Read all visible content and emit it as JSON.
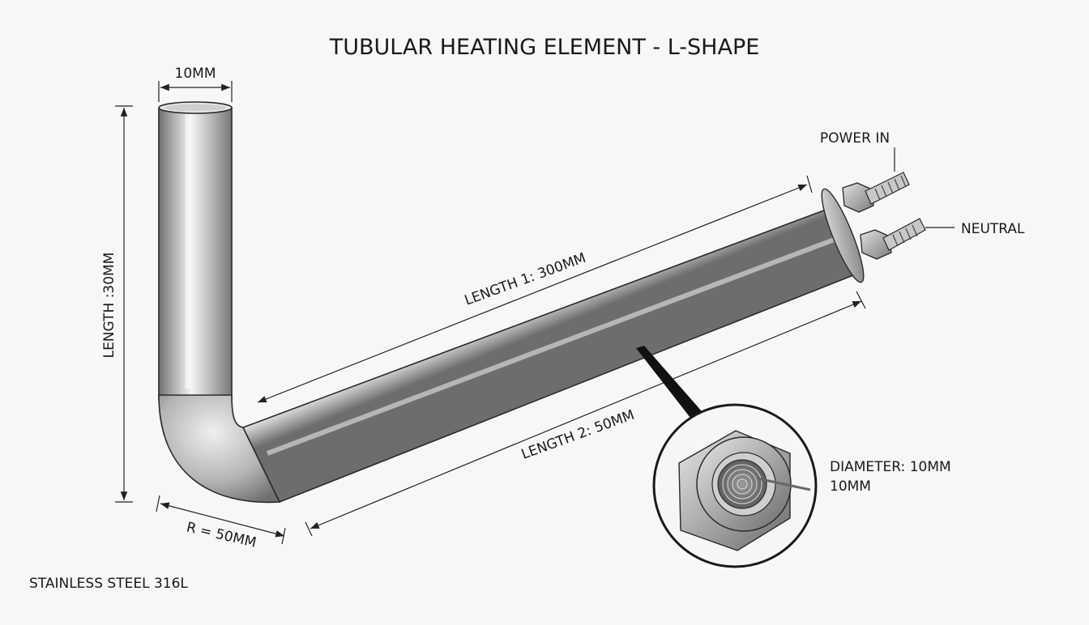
{
  "diagram": {
    "title": "TUBULAR HEATING ELEMENT - L-SHAPE",
    "labels": {
      "top_width": "10MM",
      "vertical_length": "LENGTH :30MM",
      "length_1": "LENGTH 1: 300MM",
      "length_2": "LENGTH 2: 50MM",
      "bend_radius": "R = 50MM",
      "power_in": "POWER IN",
      "neutral": "NEUTRAL",
      "diameter_line1": "DIAMETER: 10MM",
      "diameter_line2": "10MM",
      "material": "STAINLESS STEEL 316L"
    },
    "colors": {
      "background": "#f7f7f6",
      "tube_highlight": "#f4f4f4",
      "tube_mid": "#b9b9b9",
      "tube_shadow": "#6f6f6f",
      "outline": "#2a2a2a"
    }
  }
}
